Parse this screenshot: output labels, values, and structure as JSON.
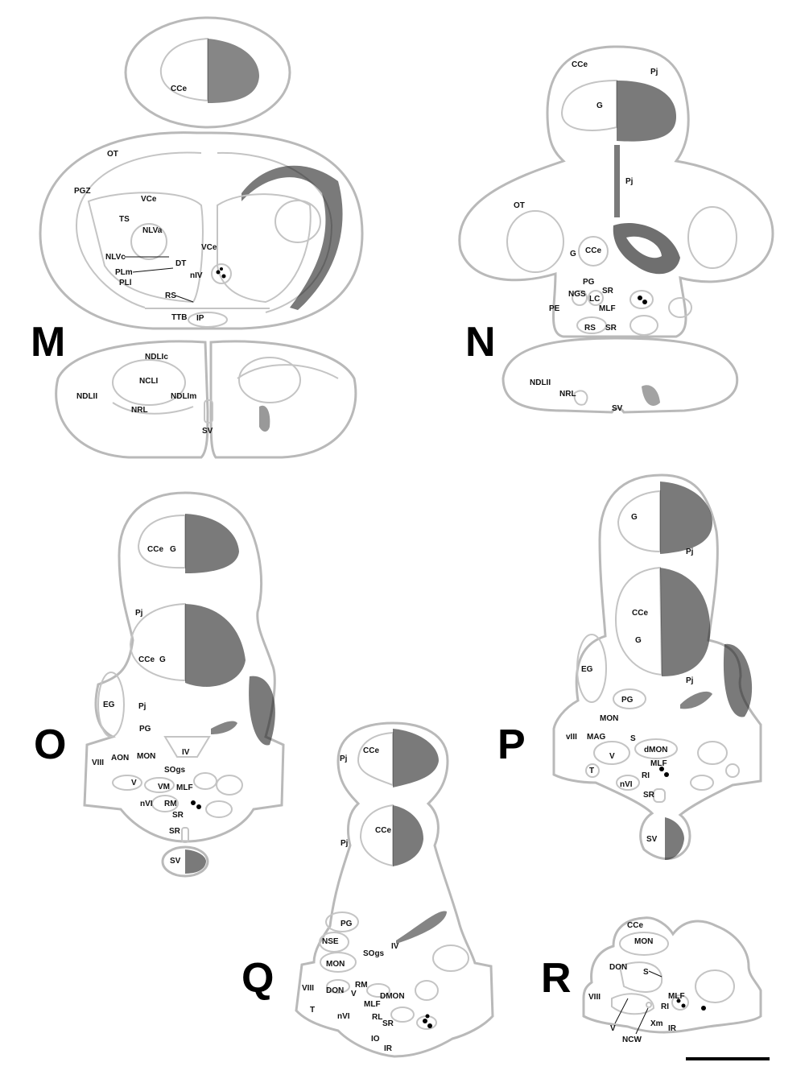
{
  "panels": [
    {
      "id": "M",
      "letter": "M",
      "labels": [
        "CCe",
        "OT",
        "PGZ",
        "VCe",
        "TS",
        "NLVa",
        "VCe",
        "NLVc",
        "DT",
        "PLm",
        "nIV",
        "PLl",
        "RS",
        "TTB",
        "IP",
        "NDLIc",
        "NCLI",
        "NDLII",
        "NDLIm",
        "NRL",
        "SV"
      ]
    },
    {
      "id": "N",
      "letter": "N",
      "labels": [
        "CCe",
        "Pj",
        "G",
        "Pj",
        "OT",
        "G",
        "CCe",
        "PG",
        "SR",
        "NGS",
        "LC",
        "PE",
        "MLF",
        "RS",
        "SR",
        "NDLII",
        "NRL",
        "SV"
      ]
    },
    {
      "id": "O",
      "letter": "O",
      "labels": [
        "CCe",
        "G",
        "Pj",
        "CCe",
        "G",
        "EG",
        "Pj",
        "PG",
        "VIII",
        "AON",
        "MON",
        "IV",
        "SOgs",
        "V",
        "VM",
        "MLF",
        "nVI",
        "RM",
        "SR",
        "SR",
        "SV"
      ]
    },
    {
      "id": "P",
      "letter": "P",
      "labels": [
        "G",
        "Pj",
        "CCe",
        "G",
        "EG",
        "Pj",
        "PG",
        "MON",
        "vIII",
        "MAG",
        "S",
        "dMON",
        "V",
        "MLF",
        "T",
        "RI",
        "nVI",
        "SR",
        "SV"
      ]
    },
    {
      "id": "Q",
      "letter": "Q",
      "labels": [
        "CCe",
        "Pj",
        "CCe",
        "Pj",
        "PG",
        "NSE",
        "IV",
        "SOgs",
        "MON",
        "RM",
        "DON",
        "V",
        "DMON",
        "VIII",
        "MLF",
        "T",
        "nVI",
        "RL",
        "SR",
        "IO",
        "IR"
      ]
    },
    {
      "id": "R",
      "letter": "R",
      "labels": [
        "CCe",
        "MON",
        "DON",
        "S",
        "VIII",
        "MLF",
        "RI",
        "IR",
        "Xm",
        "V",
        "NCW"
      ]
    }
  ]
}
